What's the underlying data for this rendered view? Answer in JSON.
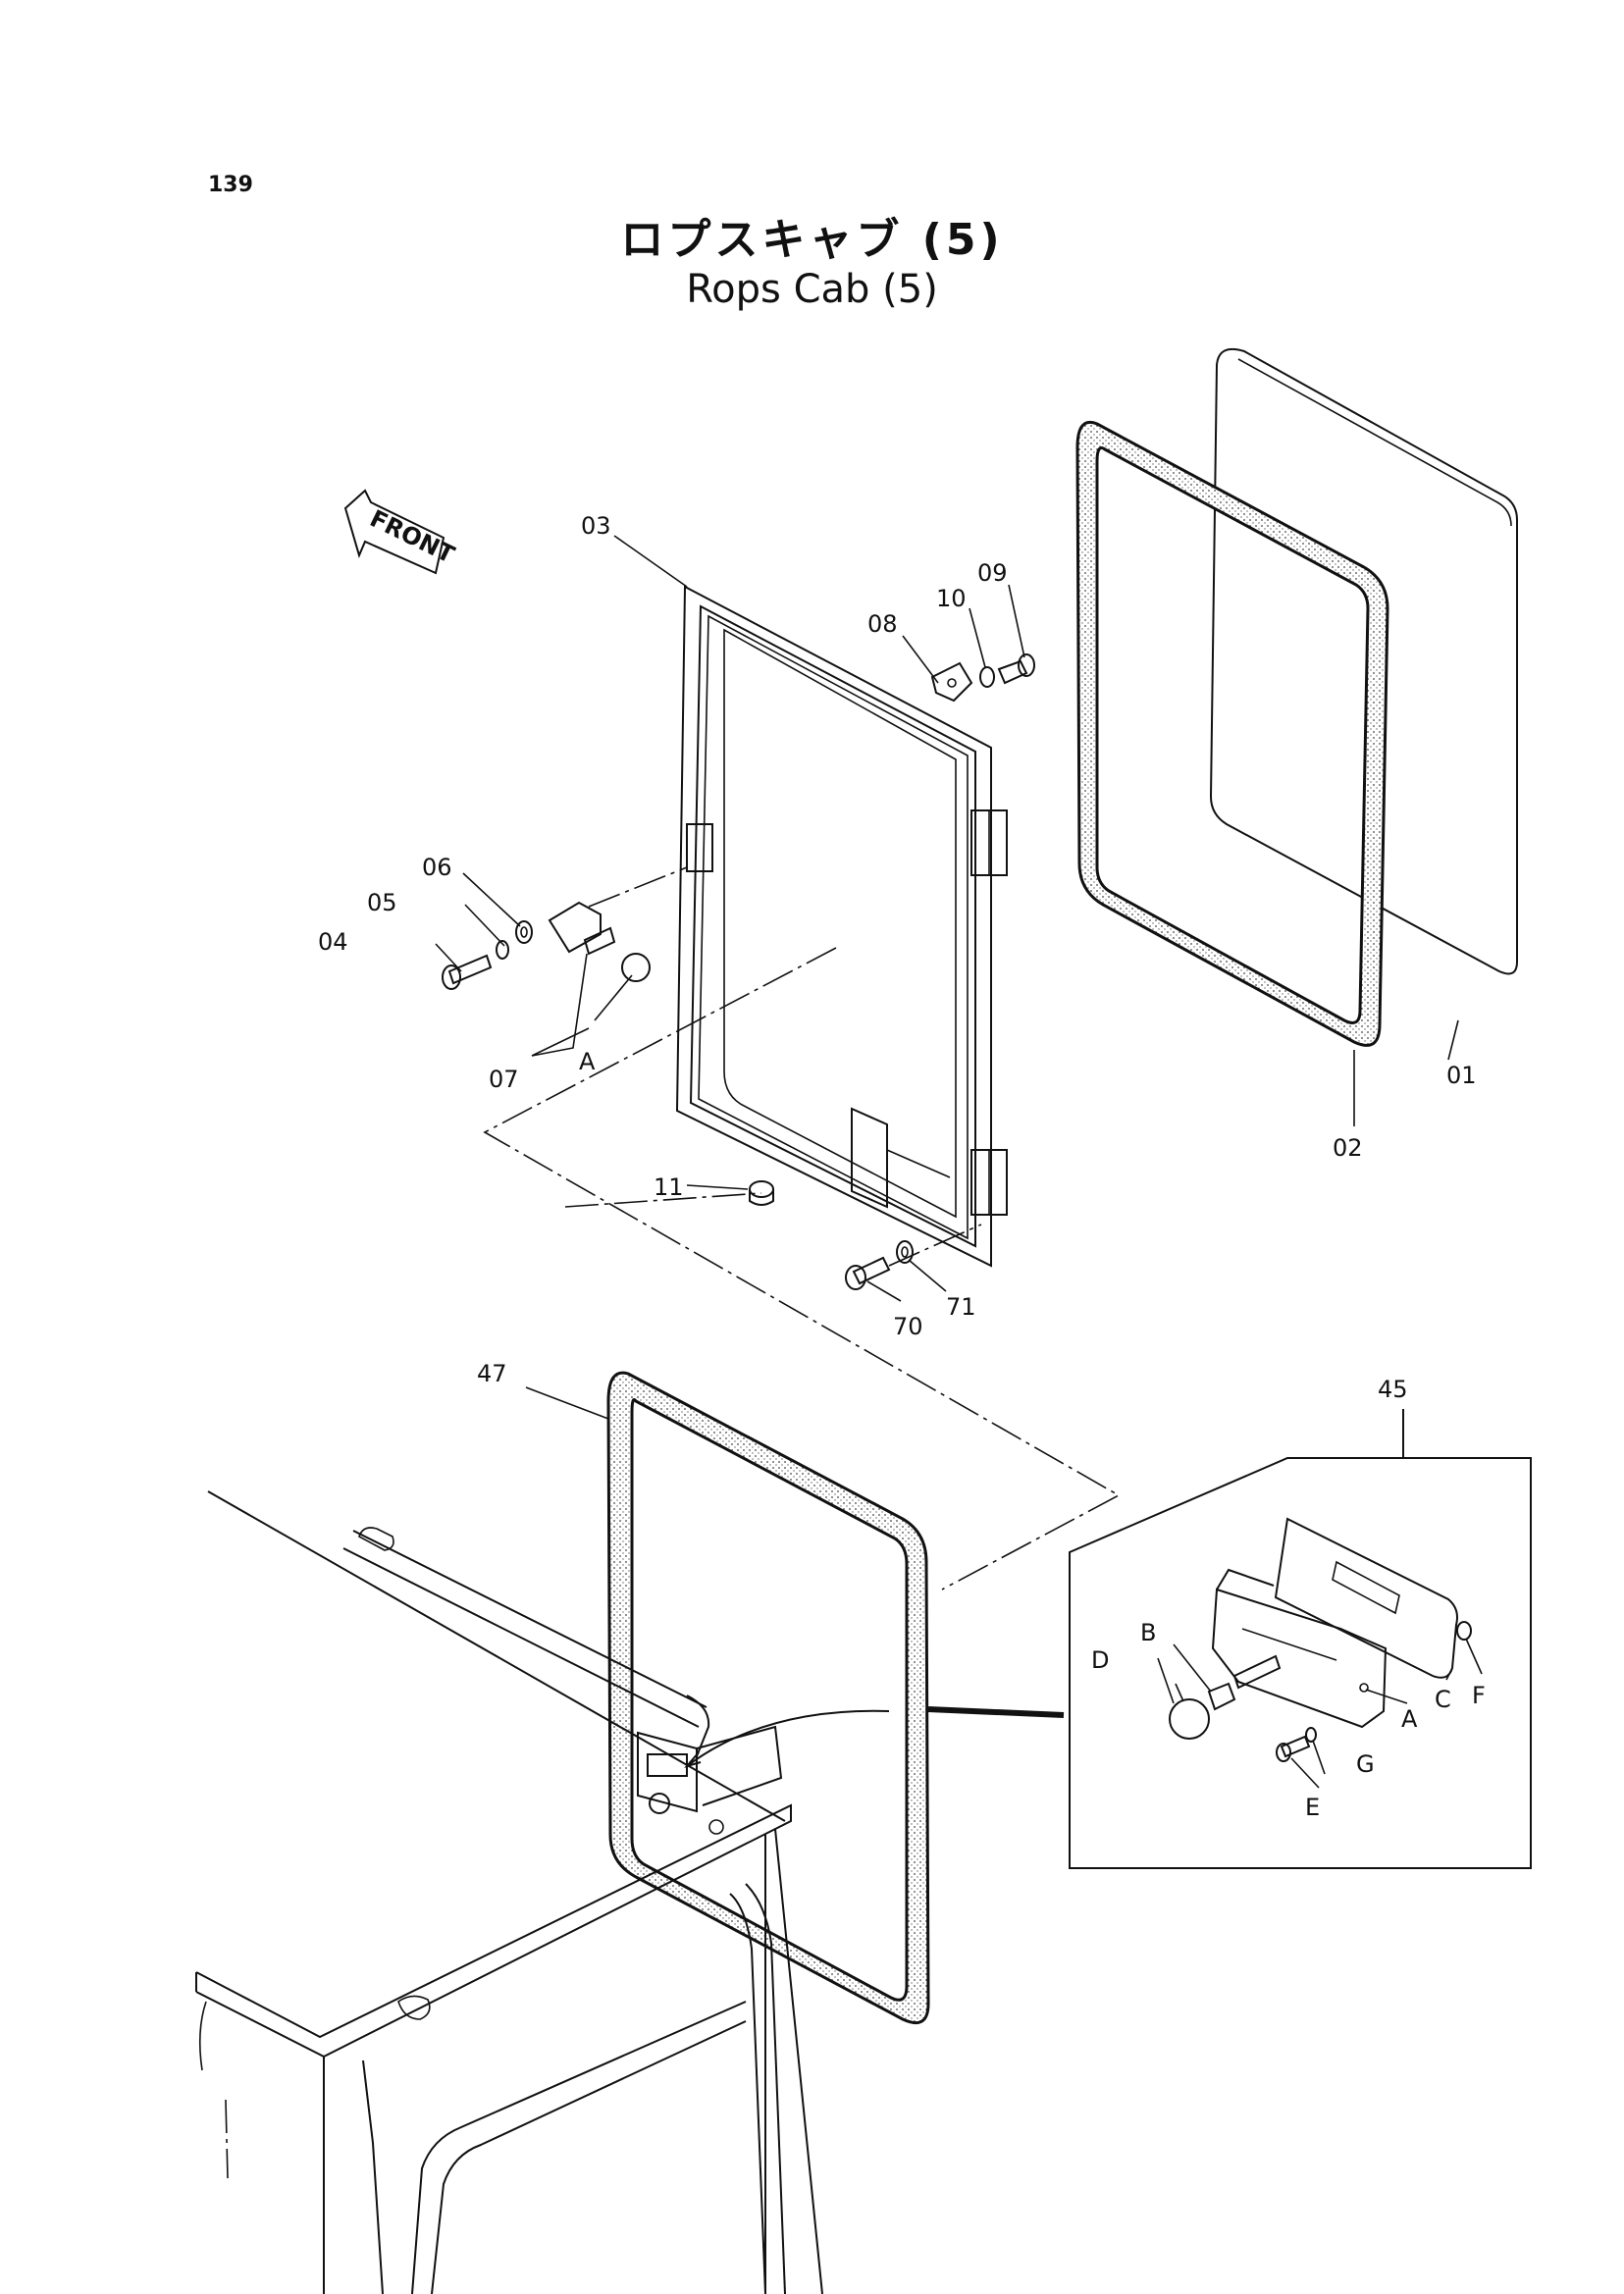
{
  "page_number": "139",
  "title_jp": "ロプスキャブ (5)",
  "title_en": "Rops Cab (5)",
  "front_label": "FRONT",
  "callouts": {
    "p01": "01",
    "p02": "02",
    "p03": "03",
    "p04": "04",
    "p05": "05",
    "p06": "06",
    "p07": "07",
    "p08": "08",
    "p09": "09",
    "p10": "10",
    "p11": "11",
    "p45": "45",
    "p47": "47",
    "p70": "70",
    "p71": "71",
    "pA": "A"
  },
  "detail_callouts": {
    "A": "A",
    "B": "B",
    "C": "C",
    "D": "D",
    "E": "E",
    "F": "F",
    "G": "G"
  }
}
